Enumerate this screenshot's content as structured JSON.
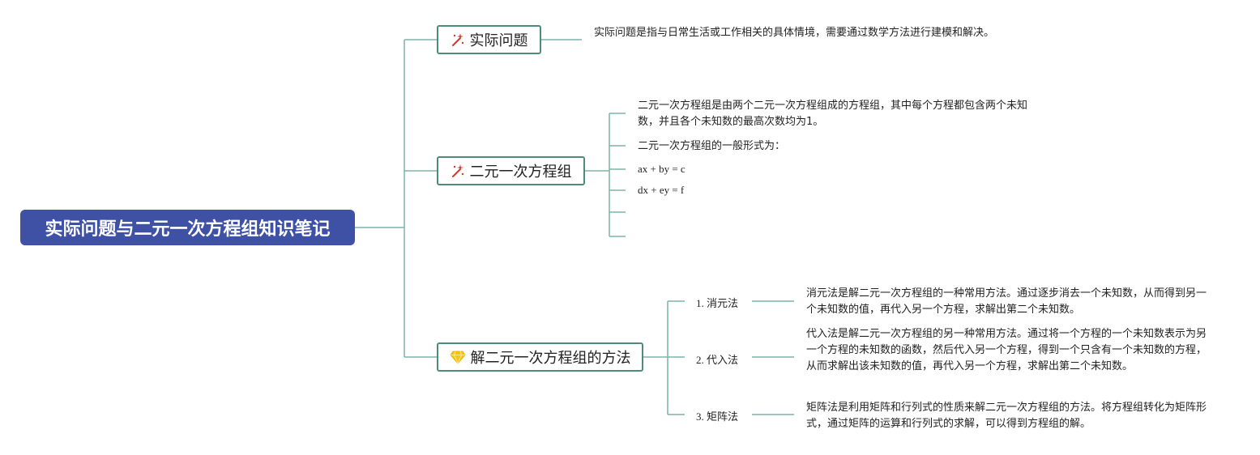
{
  "root": {
    "title": "实际问题与二元一次方程组知识笔记"
  },
  "topics": {
    "actual": {
      "label": "实际问题",
      "icon": "sparkle-icon",
      "note": "实际问题是指与日常生活或工作相关的具体情境，需要通过数学方法进行建模和解决。"
    },
    "system": {
      "label": "二元一次方程组",
      "icon": "sparkle-icon",
      "def": "二元一次方程组是由两个二元一次方程组成的方程组，其中每个方程都包含两个未知数，并且各个未知数的最高次数均为1。",
      "form": "二元一次方程组的一般形式为：",
      "eq1": "ax + by = c",
      "eq2": "dx + ey = f"
    },
    "methods": {
      "label": "解二元一次方程组的方法",
      "icon": "diamond-icon",
      "items": [
        {
          "label": "1. 消元法",
          "desc": "消元法是解二元一次方程组的一种常用方法。通过逐步消去一个未知数，从而得到另一个未知数的值，再代入另一个方程，求解出第二个未知数。"
        },
        {
          "label": "2. 代入法",
          "desc": "代入法是解二元一次方程组的另一种常用方法。通过将一个方程的一个未知数表示为另一个方程的未知数的函数，然后代入另一个方程，得到一个只含有一个未知数的方程，从而求解出该未知数的值，再代入另一个方程，求解出第二个未知数。"
        },
        {
          "label": "3. 矩阵法",
          "desc": "矩阵法是利用矩阵和行列式的性质来解二元一次方程组的方法。将方程组转化为矩阵形式，通过矩阵的运算和行列式的求解，可以得到方程组的解。"
        }
      ]
    }
  },
  "colors": {
    "root_bg": "#3f51a5",
    "line": "#7fb3a8",
    "border": "#4f8a7b",
    "sparkle": "#d9352b",
    "diamond": "#f5c518"
  }
}
